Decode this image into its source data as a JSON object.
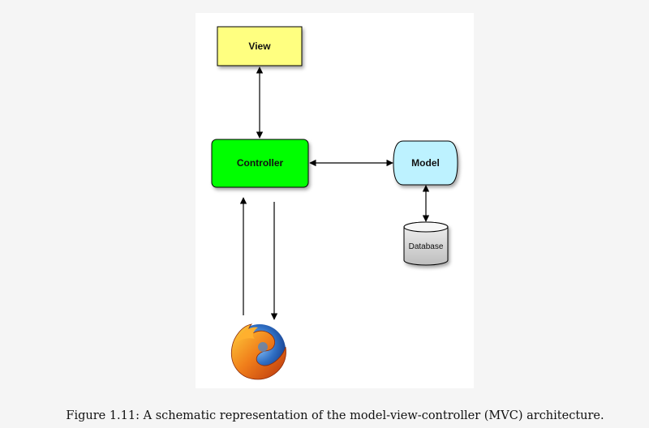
{
  "diagram": {
    "nodes": {
      "view": {
        "label": "View",
        "fill": "#ffff80"
      },
      "controller": {
        "label": "Controller",
        "fill": "#00ff00"
      },
      "model": {
        "label": "Model",
        "fill": "#bdf2ff"
      },
      "database": {
        "label": "Database",
        "fill_top": "#f2f2f2",
        "fill_bottom": "#bdbdbd"
      }
    },
    "edges": [
      {
        "from": "view",
        "to": "controller",
        "direction": "bidirectional"
      },
      {
        "from": "controller",
        "to": "model",
        "direction": "bidirectional"
      },
      {
        "from": "model",
        "to": "database",
        "direction": "bidirectional"
      },
      {
        "from": "browser",
        "to": "controller",
        "direction": "forward"
      },
      {
        "from": "controller",
        "to": "browser",
        "direction": "forward"
      }
    ],
    "browser_icon": "firefox-browser-icon"
  },
  "caption": {
    "text": "Figure 1.11:  A schematic representation of the model-view-controller (MVC) architecture."
  }
}
